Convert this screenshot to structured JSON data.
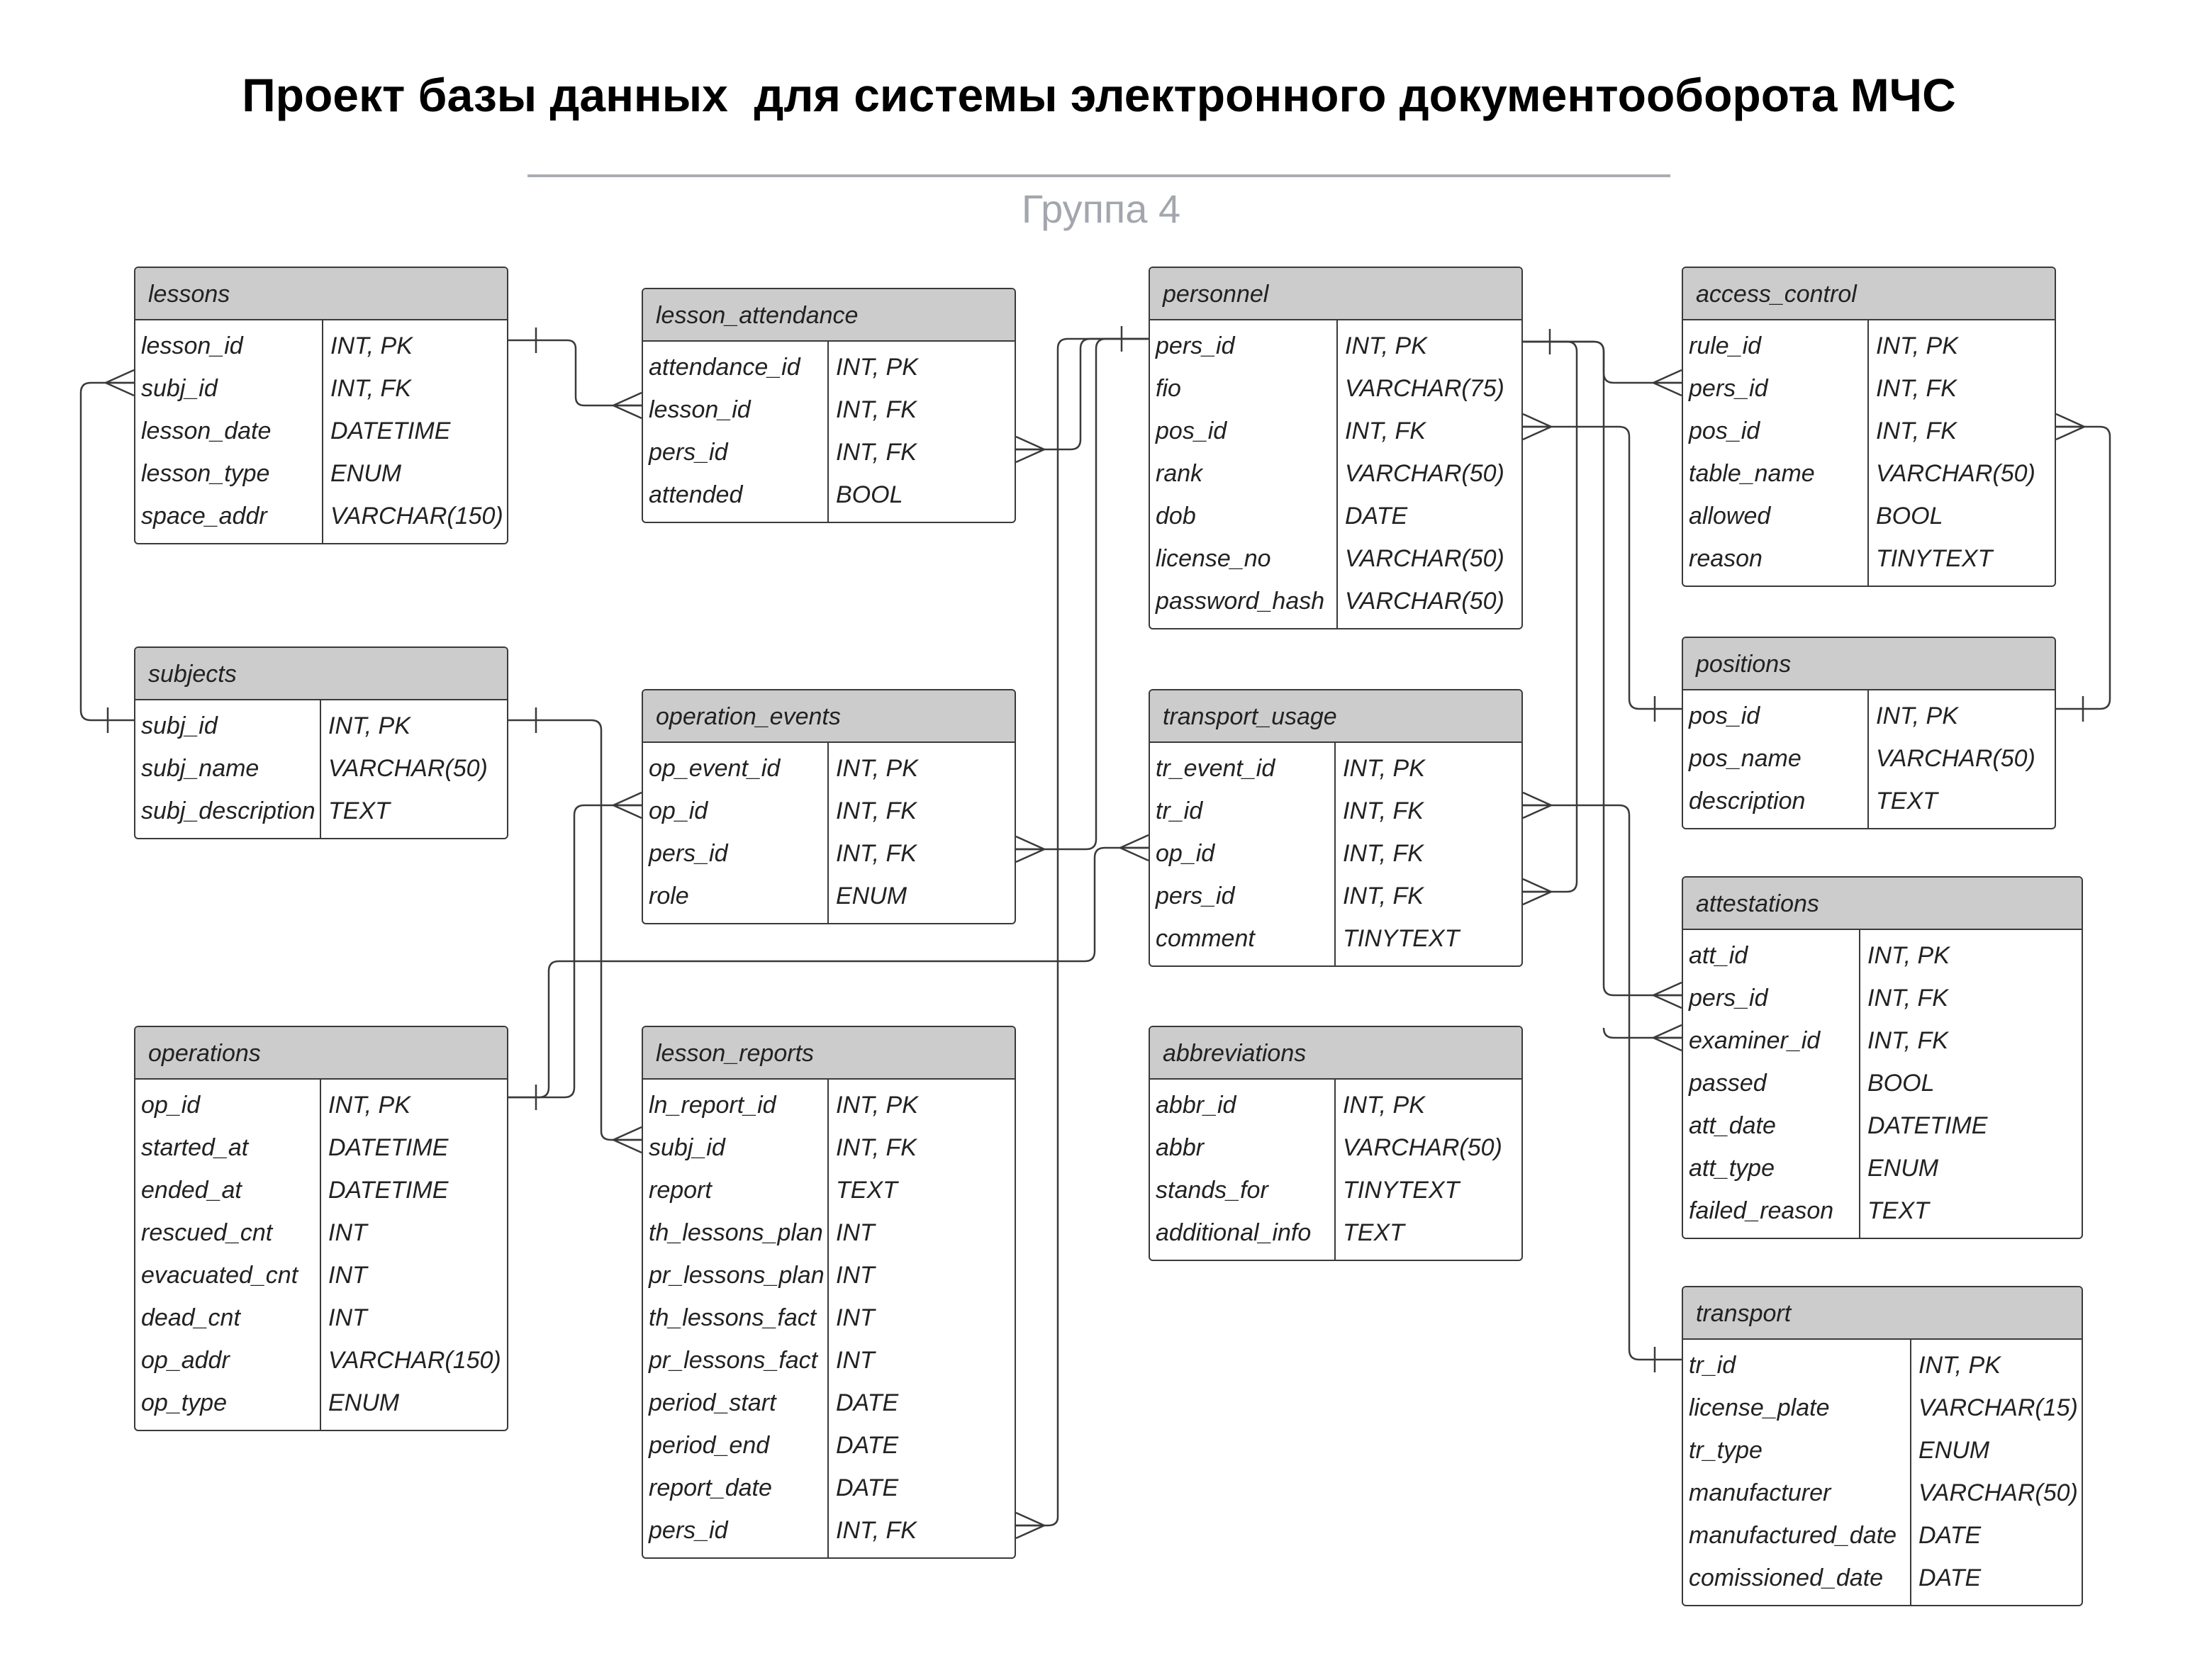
{
  "title": "Проект базы данных  для системы электронного документооборота МЧС",
  "subtitle": "Группа 4",
  "colors": {
    "header_fill": "#cccccc",
    "border": "#3a3a3a",
    "subtitle": "#a3a7ad",
    "rule": "#a9adb3"
  },
  "entities": {
    "lessons": {
      "name": "lessons",
      "fields": [
        {
          "field": "lesson_id",
          "type": "INT, PK"
        },
        {
          "field": "subj_id",
          "type": "INT, FK"
        },
        {
          "field": "lesson_date",
          "type": "DATETIME"
        },
        {
          "field": "lesson_type",
          "type": "ENUM"
        },
        {
          "field": "space_addr",
          "type": "VARCHAR(150)"
        }
      ]
    },
    "lesson_attendance": {
      "name": "lesson_attendance",
      "fields": [
        {
          "field": "attendance_id",
          "type": "INT, PK"
        },
        {
          "field": "lesson_id",
          "type": "INT, FK"
        },
        {
          "field": "pers_id",
          "type": "INT, FK"
        },
        {
          "field": "attended",
          "type": "BOOL"
        }
      ]
    },
    "personnel": {
      "name": "personnel",
      "fields": [
        {
          "field": "pers_id",
          "type": "INT, PK"
        },
        {
          "field": "fio",
          "type": "VARCHAR(75)"
        },
        {
          "field": "pos_id",
          "type": "INT, FK"
        },
        {
          "field": "rank",
          "type": "VARCHAR(50)"
        },
        {
          "field": "dob",
          "type": "DATE"
        },
        {
          "field": "license_no",
          "type": "VARCHAR(50)"
        },
        {
          "field": "password_hash",
          "type": "VARCHAR(50)"
        }
      ]
    },
    "access_control": {
      "name": "access_control",
      "fields": [
        {
          "field": "rule_id",
          "type": "INT, PK"
        },
        {
          "field": "pers_id",
          "type": "INT, FK"
        },
        {
          "field": "pos_id",
          "type": "INT, FK"
        },
        {
          "field": "table_name",
          "type": "VARCHAR(50)"
        },
        {
          "field": "allowed",
          "type": "BOOL"
        },
        {
          "field": "reason",
          "type": "TINYTEXT"
        }
      ]
    },
    "subjects": {
      "name": "subjects",
      "fields": [
        {
          "field": "subj_id",
          "type": "INT, PK"
        },
        {
          "field": "subj_name",
          "type": "VARCHAR(50)"
        },
        {
          "field": "subj_description",
          "type": "TEXT"
        }
      ]
    },
    "operation_events": {
      "name": "operation_events",
      "fields": [
        {
          "field": "op_event_id",
          "type": "INT, PK"
        },
        {
          "field": "op_id",
          "type": "INT, FK"
        },
        {
          "field": "pers_id",
          "type": "INT, FK"
        },
        {
          "field": "role",
          "type": "ENUM"
        }
      ]
    },
    "transport_usage": {
      "name": "transport_usage",
      "fields": [
        {
          "field": "tr_event_id",
          "type": "INT, PK"
        },
        {
          "field": "tr_id",
          "type": "INT, FK"
        },
        {
          "field": "op_id",
          "type": "INT, FK"
        },
        {
          "field": "pers_id",
          "type": "INT, FK"
        },
        {
          "field": "comment",
          "type": "TINYTEXT"
        }
      ]
    },
    "positions": {
      "name": "positions",
      "fields": [
        {
          "field": "pos_id",
          "type": "INT, PK"
        },
        {
          "field": "pos_name",
          "type": "VARCHAR(50)"
        },
        {
          "field": "description",
          "type": "TEXT"
        }
      ]
    },
    "attestations": {
      "name": "attestations",
      "fields": [
        {
          "field": "att_id",
          "type": "INT, PK"
        },
        {
          "field": "pers_id",
          "type": "INT, FK"
        },
        {
          "field": "examiner_id",
          "type": "INT, FK"
        },
        {
          "field": "passed",
          "type": "BOOL"
        },
        {
          "field": "att_date",
          "type": "DATETIME"
        },
        {
          "field": "att_type",
          "type": "ENUM"
        },
        {
          "field": "failed_reason",
          "type": "TEXT"
        }
      ]
    },
    "operations": {
      "name": "operations",
      "fields": [
        {
          "field": "op_id",
          "type": "INT, PK"
        },
        {
          "field": "started_at",
          "type": "DATETIME"
        },
        {
          "field": "ended_at",
          "type": "DATETIME"
        },
        {
          "field": "rescued_cnt",
          "type": "INT"
        },
        {
          "field": "evacuated_cnt",
          "type": "INT"
        },
        {
          "field": "dead_cnt",
          "type": "INT"
        },
        {
          "field": "op_addr",
          "type": "VARCHAR(150)"
        },
        {
          "field": "op_type",
          "type": "ENUM"
        }
      ]
    },
    "lesson_reports": {
      "name": "lesson_reports",
      "fields": [
        {
          "field": "ln_report_id",
          "type": "INT, PK"
        },
        {
          "field": "subj_id",
          "type": "INT, FK"
        },
        {
          "field": "report",
          "type": "TEXT"
        },
        {
          "field": "th_lessons_plan",
          "type": "INT"
        },
        {
          "field": "pr_lessons_plan",
          "type": "INT"
        },
        {
          "field": "th_lessons_fact",
          "type": "INT"
        },
        {
          "field": "pr_lessons_fact",
          "type": "INT"
        },
        {
          "field": "period_start",
          "type": "DATE"
        },
        {
          "field": "period_end",
          "type": "DATE"
        },
        {
          "field": "report_date",
          "type": "DATE"
        },
        {
          "field": "pers_id",
          "type": "INT, FK"
        }
      ]
    },
    "abbreviations": {
      "name": "abbreviations",
      "fields": [
        {
          "field": "abbr_id",
          "type": "INT, PK"
        },
        {
          "field": "abbr",
          "type": "VARCHAR(50)"
        },
        {
          "field": "stands_for",
          "type": "TINYTEXT"
        },
        {
          "field": "additional_info",
          "type": "TEXT"
        }
      ]
    },
    "transport": {
      "name": "transport",
      "fields": [
        {
          "field": "tr_id",
          "type": "INT, PK"
        },
        {
          "field": "license_plate",
          "type": "VARCHAR(15)"
        },
        {
          "field": "tr_type",
          "type": "ENUM"
        },
        {
          "field": "manufacturer",
          "type": "VARCHAR(50)"
        },
        {
          "field": "manufactured_date",
          "type": "DATE"
        },
        {
          "field": "comissioned_date",
          "type": "DATE"
        }
      ]
    }
  }
}
